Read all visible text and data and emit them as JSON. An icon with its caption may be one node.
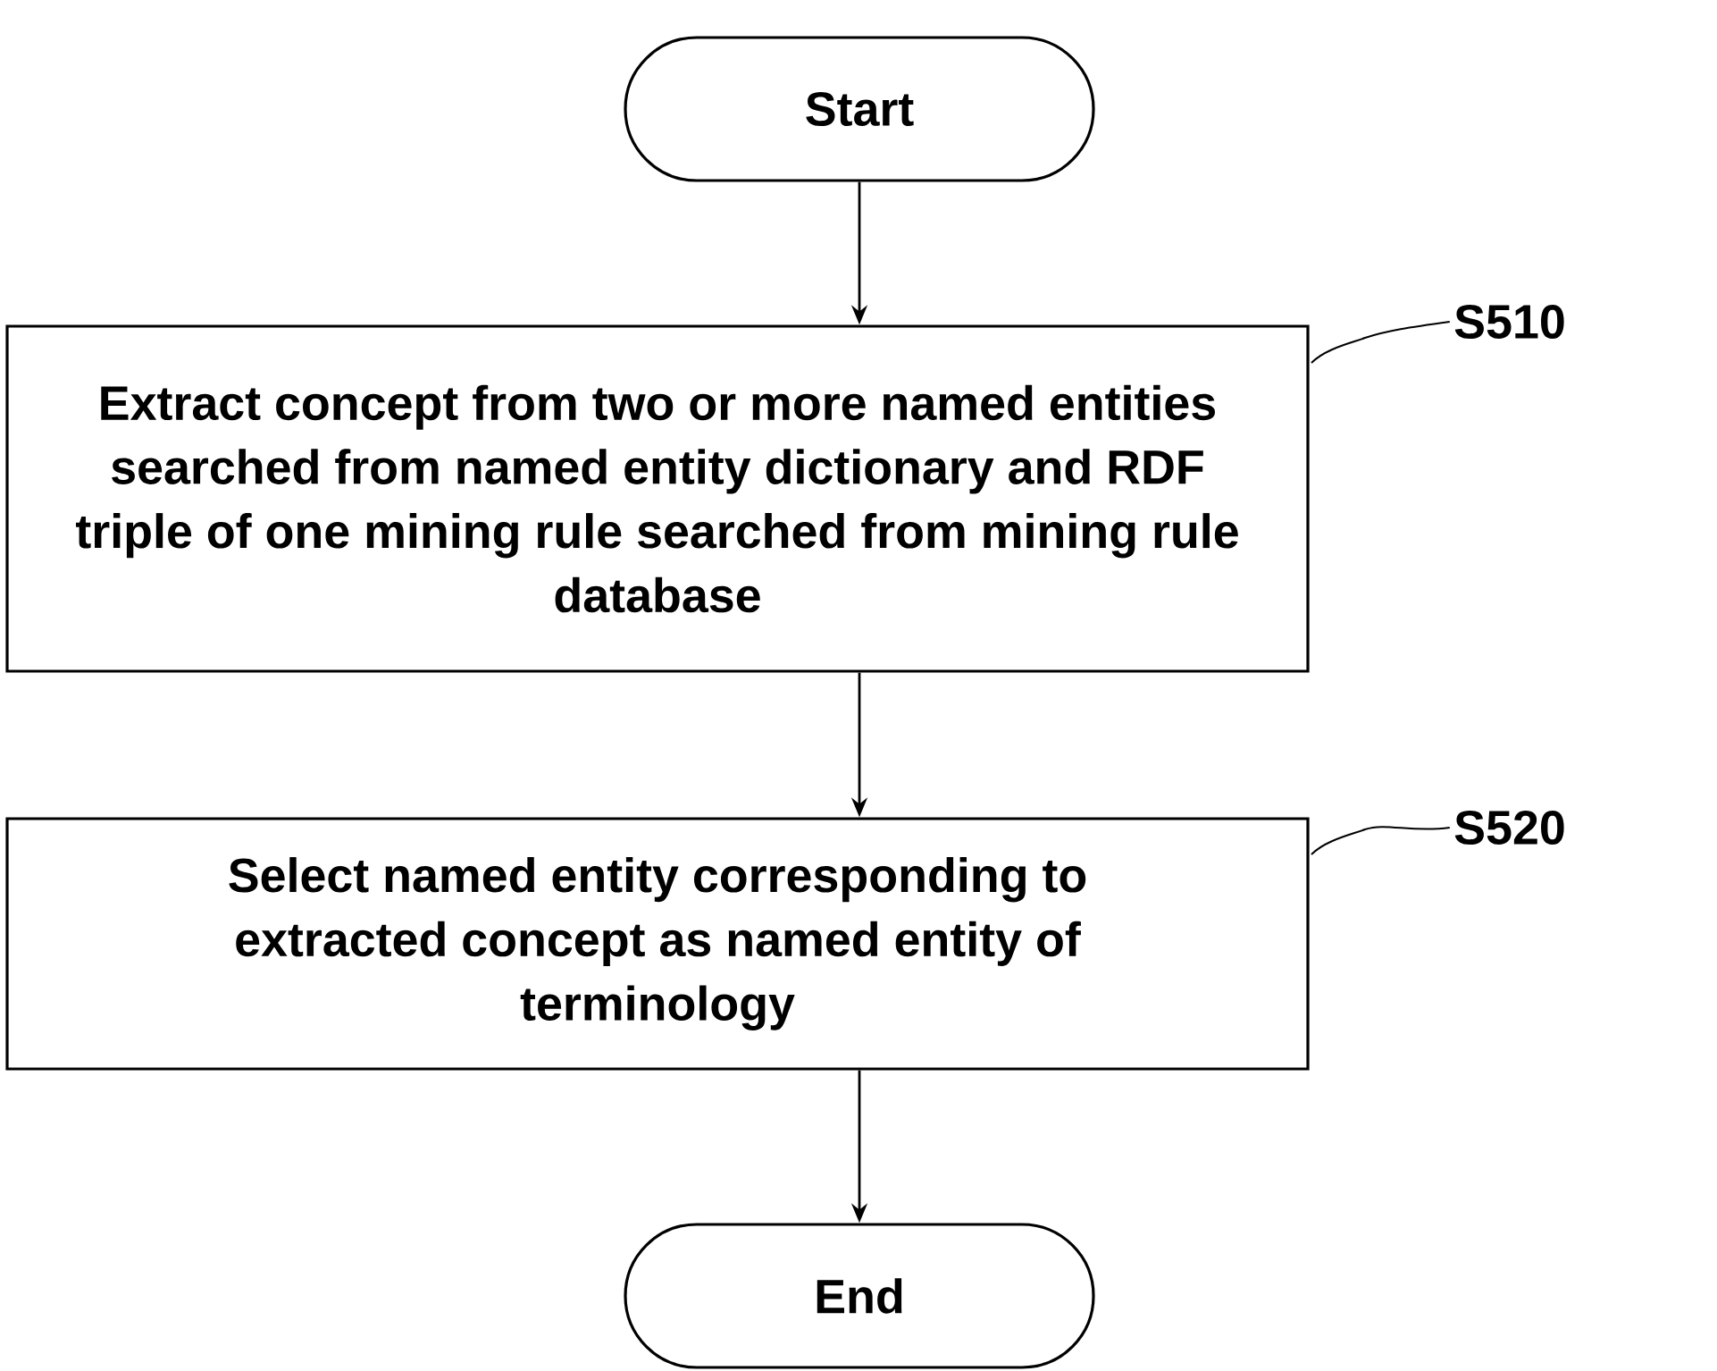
{
  "diagram": {
    "nodes": [
      {
        "text": [
          "Start"
        ]
      },
      {
        "text": [
          "Extract concept from two or more named entities searched from named entity dictionary and RDF triple of one mining rule searched from mining rule database"
        ]
      },
      {
        "text": [
          "Select named entity corresponding to extracted concept as named entity of terminology"
        ]
      },
      {
        "text": [
          "End"
        ]
      },
      {
        "text": [
          "S510"
        ]
      },
      {
        "text": [
          "S520"
        ]
      }
    ],
    "edges": [
      {
        "from": 0,
        "to": 1,
        "arrow": "to"
      },
      {
        "from": 1,
        "to": 2,
        "arrow": "to"
      },
      {
        "from": 2,
        "to": 3,
        "arrow": "to"
      },
      {
        "from": 4,
        "to": 1,
        "arrow": "none"
      },
      {
        "from": 5,
        "to": 2,
        "arrow": "none"
      }
    ]
  }
}
